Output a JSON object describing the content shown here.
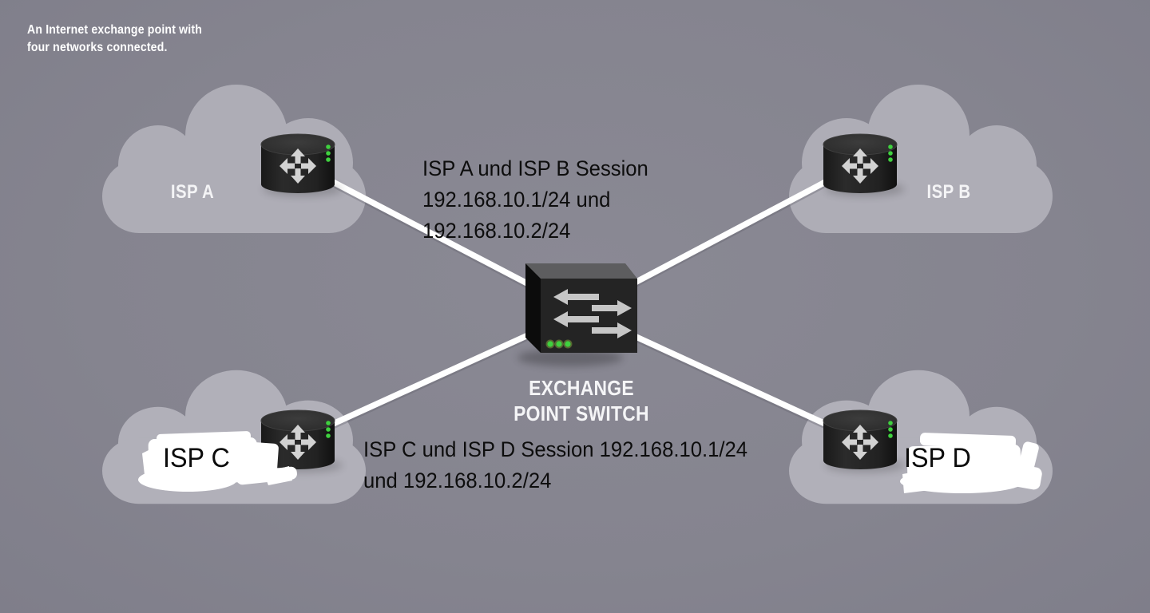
{
  "caption": {
    "line1": "An Internet exchange point with",
    "line2": "four networks connected."
  },
  "nodes": {
    "isp_a": {
      "label": "ISP A"
    },
    "isp_b": {
      "label": "ISP B"
    },
    "isp_c": {
      "label": "ISP C"
    },
    "isp_d": {
      "label": "ISP D"
    }
  },
  "exchange_switch": {
    "label_line1": "EXCHANGE",
    "label_line2": "POINT SWITCH"
  },
  "sessions": {
    "ab": {
      "line1": "ISP A und ISP B Session",
      "line2": "192.168.10.1/24 und",
      "line3": "192.168.10.2/24"
    },
    "cd": {
      "line1": "ISP C und ISP D Session 192.168.10.1/24",
      "line2": "und 192.168.10.2/24"
    }
  },
  "icons": {
    "router": "four-way-arrows-router-icon",
    "switch": "bidirectional-arrows-switch-icon",
    "leds": "green-status-led-dots"
  },
  "colors": {
    "background": "#85848F",
    "cloud": "#AEADB6",
    "connection_line": "#FFFFFF",
    "device_front": "#242424",
    "device_top": "#5D5D5F",
    "device_side": "#0C0C0C",
    "arrow_glyph": "#C9C9C9",
    "led_green": "#3FD13F",
    "label_white": "#F5F5F7",
    "label_black": "#0B0B0B",
    "whiteout": "#FFFFFF"
  }
}
